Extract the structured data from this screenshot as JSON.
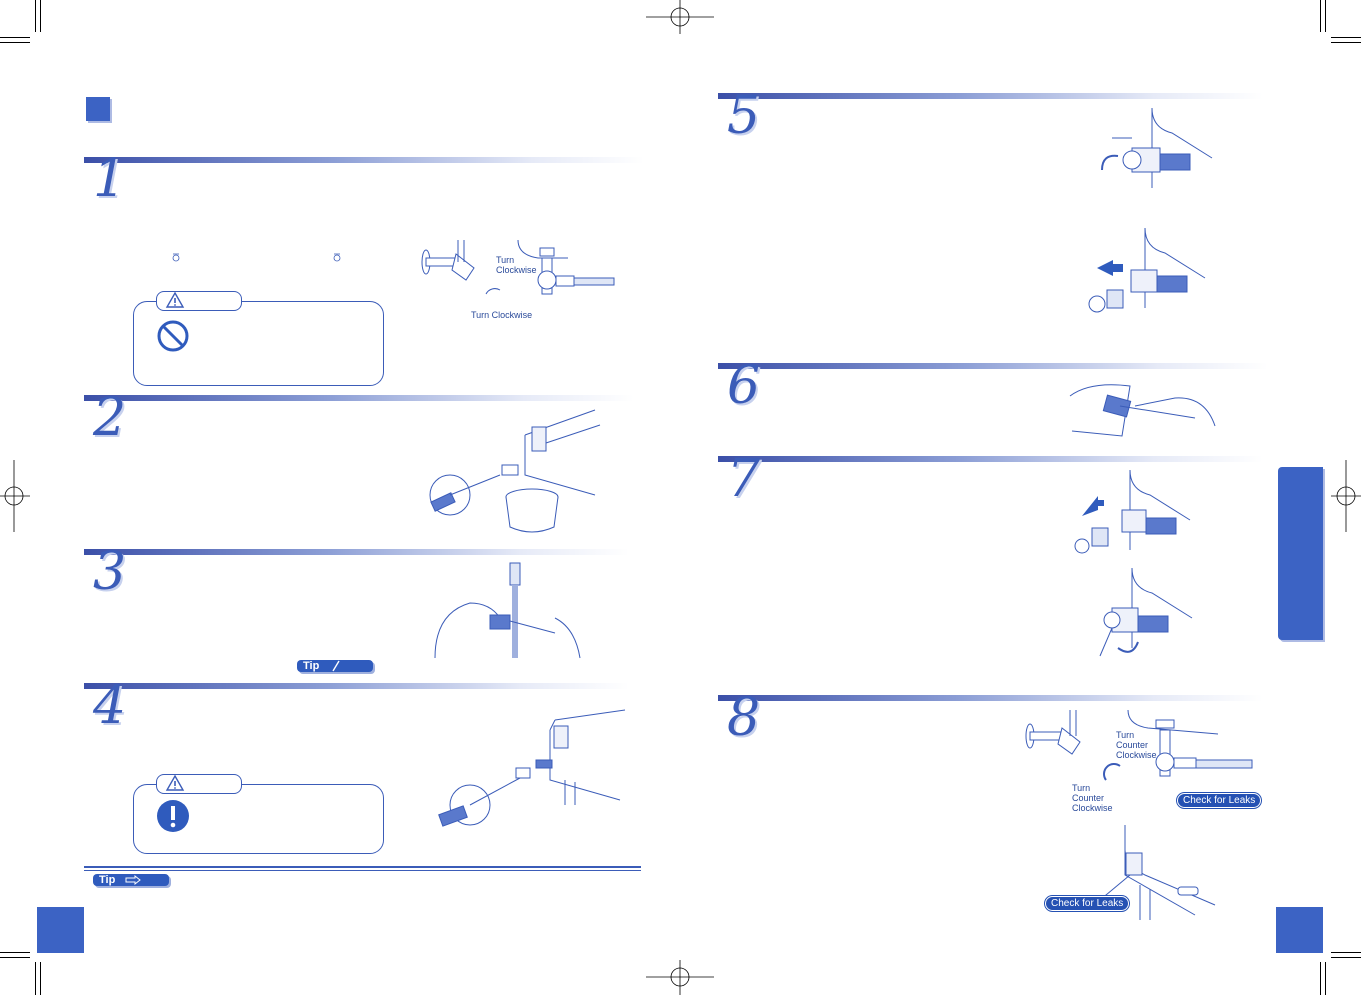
{
  "colors": {
    "accent": "#3c63c4",
    "text": "#2a4a9a",
    "bar_dark": "#3b4fa8"
  },
  "steps": {
    "s1": "1",
    "s2": "2",
    "s3": "3",
    "s4": "4",
    "s5": "5",
    "s6": "6",
    "s7": "7",
    "s8": "8"
  },
  "step1": {
    "label_turn_cw_a": "Turn",
    "label_turn_cw_b": "Clockwise",
    "label_turn_cw_full": "Turn Clockwise"
  },
  "step8": {
    "label_turn": "Turn",
    "label_counter": "Counter",
    "label_clockwise": "Clockwise",
    "check_leaks_1": "Check for Leaks",
    "check_leaks_2": "Check for Leaks"
  },
  "tips": {
    "tip_a": "Tip",
    "tip_b": "Tip"
  },
  "icons": {
    "warning": "warning-triangle-icon",
    "prohibit": "prohibit-icon",
    "mandatory": "exclamation-icon",
    "pencil": "pencil-icon",
    "arrow": "arrow-right-icon"
  }
}
